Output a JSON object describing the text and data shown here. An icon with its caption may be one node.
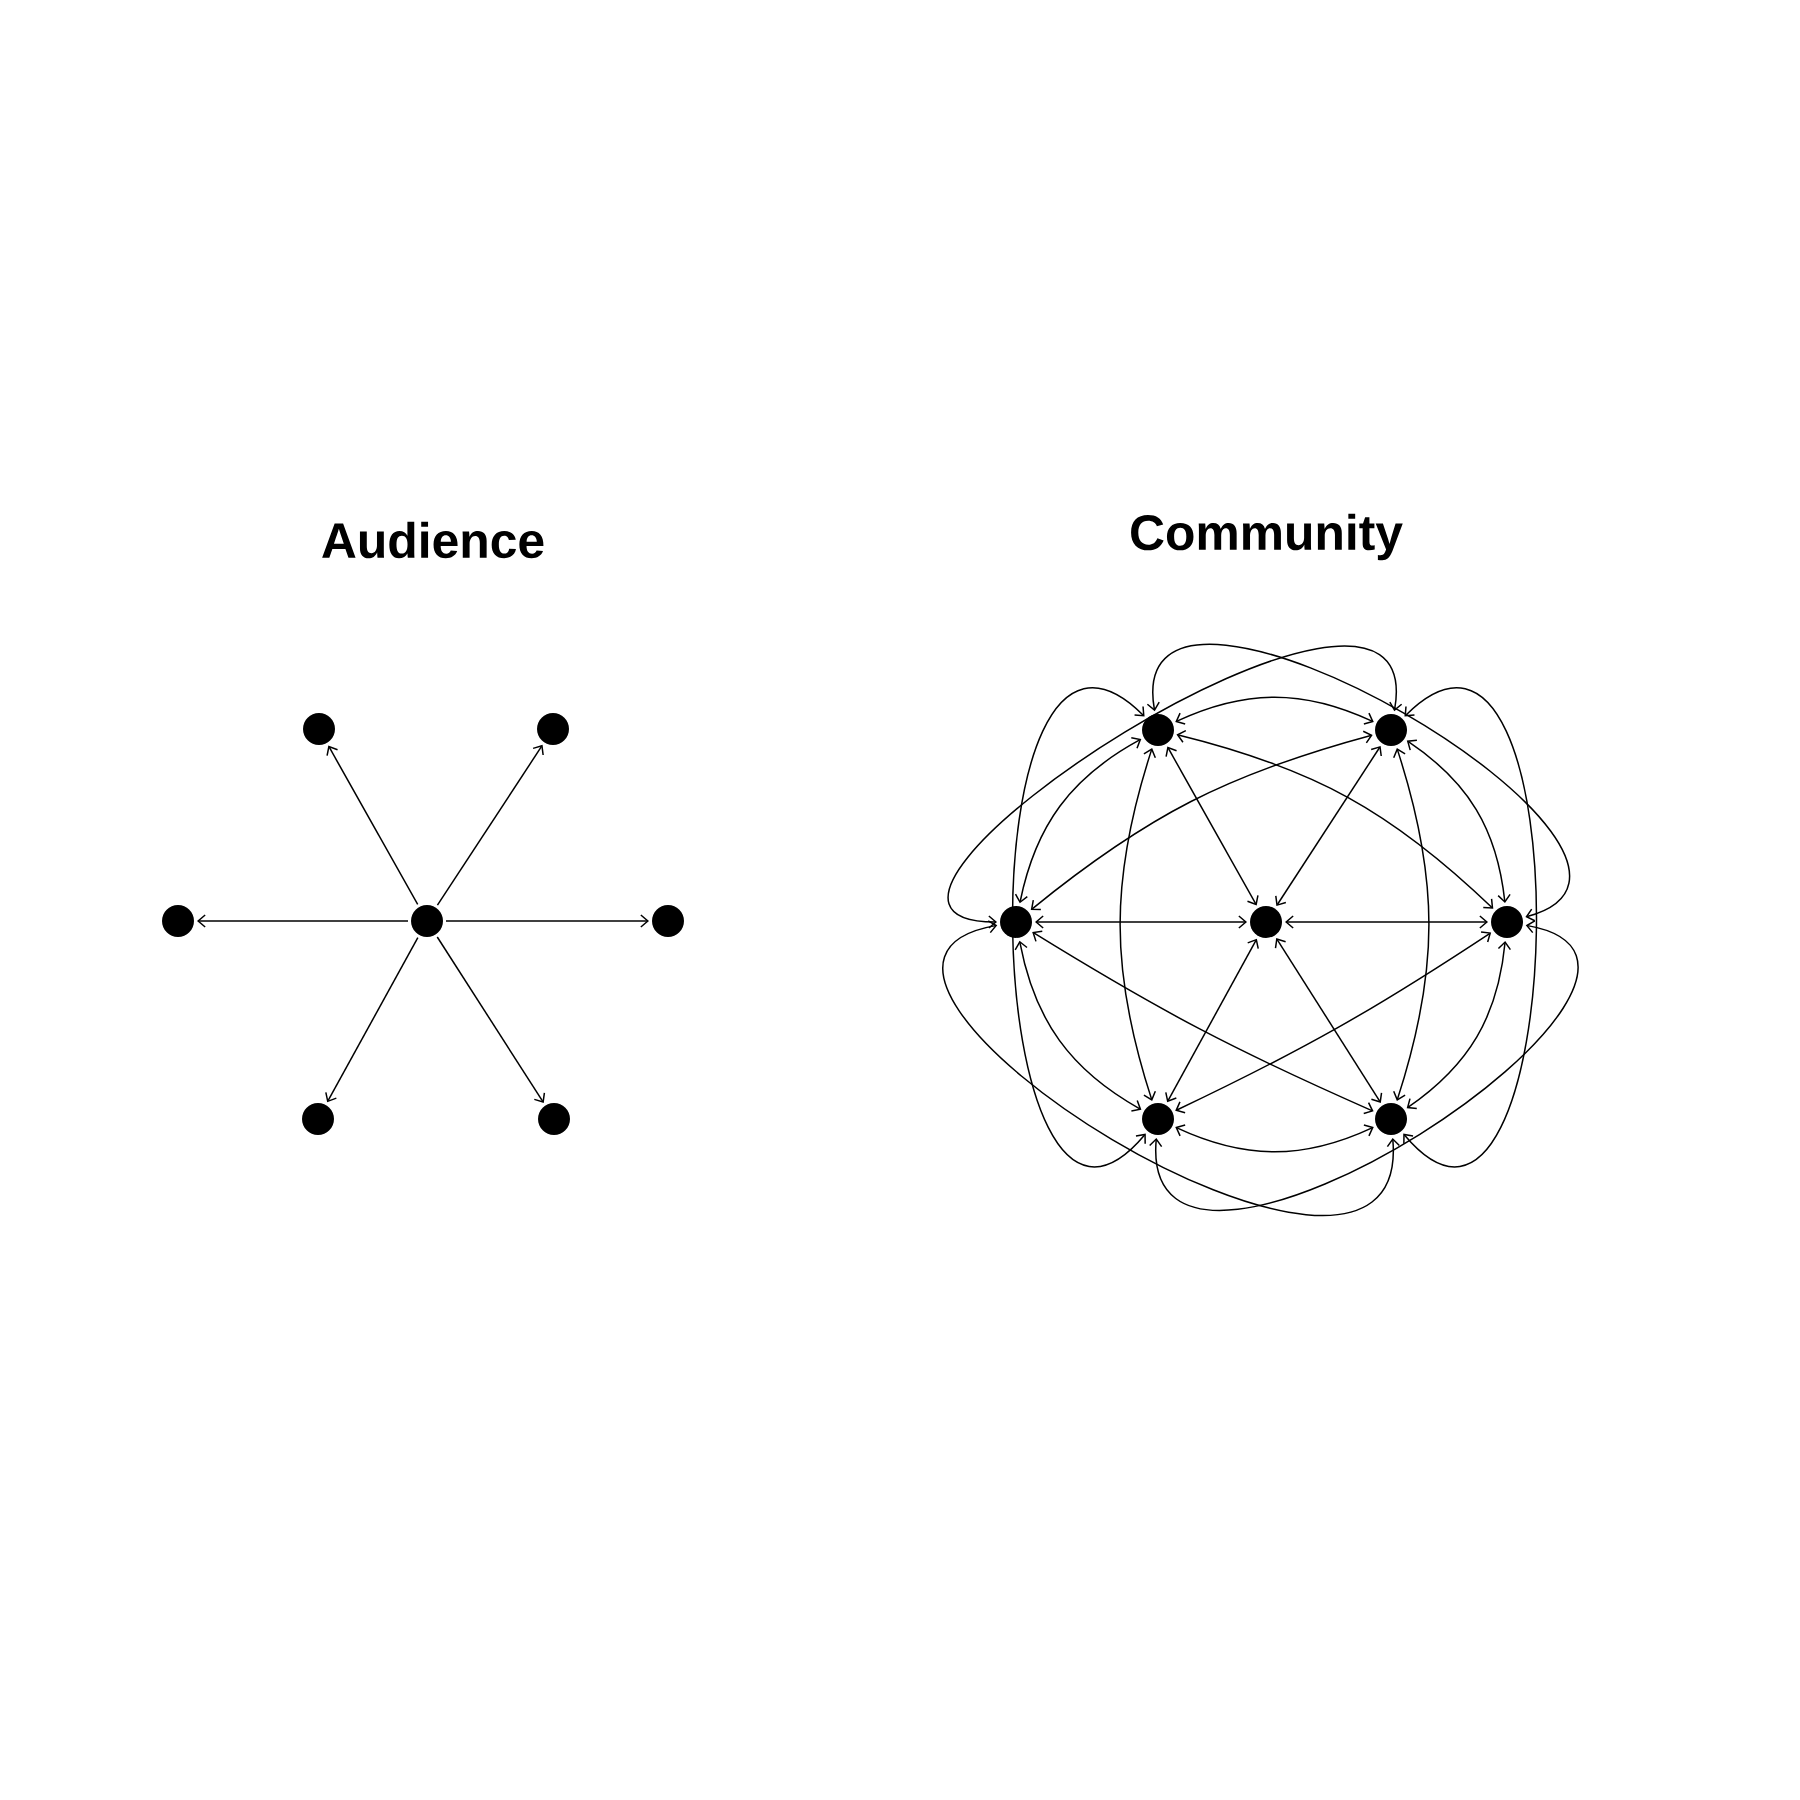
{
  "diagram": {
    "nodes": [
      {
        "text": [],
        "shape": "circle"
      },
      {
        "text": [],
        "shape": "circle"
      },
      {
        "text": [],
        "shape": "circle"
      },
      {
        "text": [],
        "shape": "circle"
      },
      {
        "text": [],
        "shape": "circle"
      },
      {
        "text": [],
        "shape": "circle"
      },
      {
        "text": [],
        "shape": "circle"
      },
      {
        "text": [],
        "shape": "circle"
      },
      {
        "text": [],
        "shape": "circle"
      },
      {
        "text": [],
        "shape": "circle"
      },
      {
        "text": [],
        "shape": "circle"
      },
      {
        "text": [],
        "shape": "circle"
      },
      {
        "text": [],
        "shape": "circle"
      },
      {
        "text": [],
        "shape": "circle"
      }
    ],
    "edges": [
      {
        "from": 3,
        "to": 0,
        "arrow": "to"
      },
      {
        "from": 3,
        "to": 1,
        "arrow": "to"
      },
      {
        "from": 3,
        "to": 2,
        "arrow": "to"
      },
      {
        "from": 3,
        "to": 4,
        "arrow": "to"
      },
      {
        "from": 3,
        "to": 5,
        "arrow": "to"
      },
      {
        "from": 3,
        "to": 6,
        "arrow": "to"
      },
      {
        "from": 10,
        "to": 7,
        "arrow": "both"
      },
      {
        "from": 10,
        "to": 8,
        "arrow": "both"
      },
      {
        "from": 10,
        "to": 9,
        "arrow": "both"
      },
      {
        "from": 10,
        "to": 11,
        "arrow": "both"
      },
      {
        "from": 10,
        "to": 12,
        "arrow": "both"
      },
      {
        "from": 10,
        "to": 13,
        "arrow": "both"
      },
      {
        "from": 7,
        "to": 8,
        "arrow": "both"
      },
      {
        "from": 8,
        "to": 11,
        "arrow": "both"
      },
      {
        "from": 11,
        "to": 13,
        "arrow": "both"
      },
      {
        "from": 13,
        "to": 12,
        "arrow": "both"
      },
      {
        "from": 12,
        "to": 9,
        "arrow": "both"
      },
      {
        "from": 9,
        "to": 7,
        "arrow": "both"
      },
      {
        "from": 7,
        "to": 11,
        "arrow": "both"
      },
      {
        "from": 8,
        "to": 13,
        "arrow": "both"
      },
      {
        "from": 11,
        "to": 12,
        "arrow": "both"
      },
      {
        "from": 13,
        "to": 9,
        "arrow": "both"
      },
      {
        "from": 12,
        "to": 7,
        "arrow": "both"
      },
      {
        "from": 9,
        "to": 8,
        "arrow": "both"
      },
      {
        "from": 7,
        "to": 11,
        "arrow": "both"
      },
      {
        "from": 8,
        "to": 9,
        "arrow": "both"
      },
      {
        "from": 7,
        "to": 12,
        "arrow": "both"
      },
      {
        "from": 8,
        "to": 13,
        "arrow": "both"
      },
      {
        "from": 9,
        "to": 13,
        "arrow": "both"
      },
      {
        "from": 11,
        "to": 12,
        "arrow": "both"
      }
    ],
    "labels": [
      "Audience",
      "Community"
    ]
  }
}
